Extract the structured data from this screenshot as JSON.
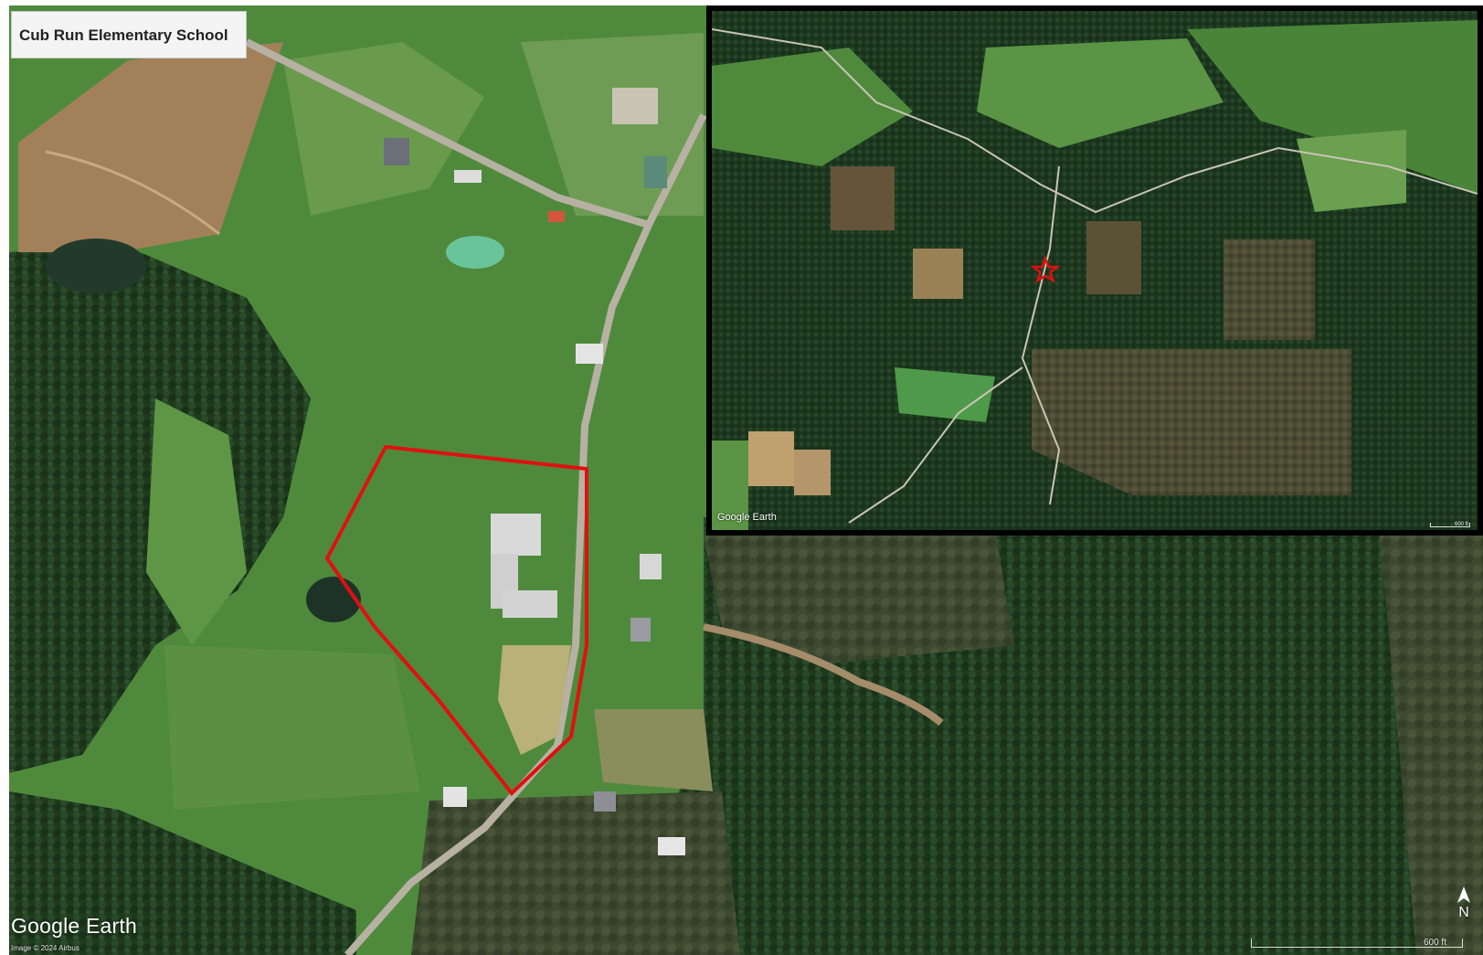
{
  "map": {
    "title": "Cub Run Elementary School",
    "attribution": "Google Earth",
    "copyright": "Image © 2024 Airbus",
    "north_label": "N",
    "scale_label": "600 ft",
    "boundary_color": "#e01010",
    "site_marker": "star-icon"
  },
  "inset": {
    "attribution": "Google Earth",
    "scale_label": "600 ft",
    "marker_color": "#e01010"
  }
}
